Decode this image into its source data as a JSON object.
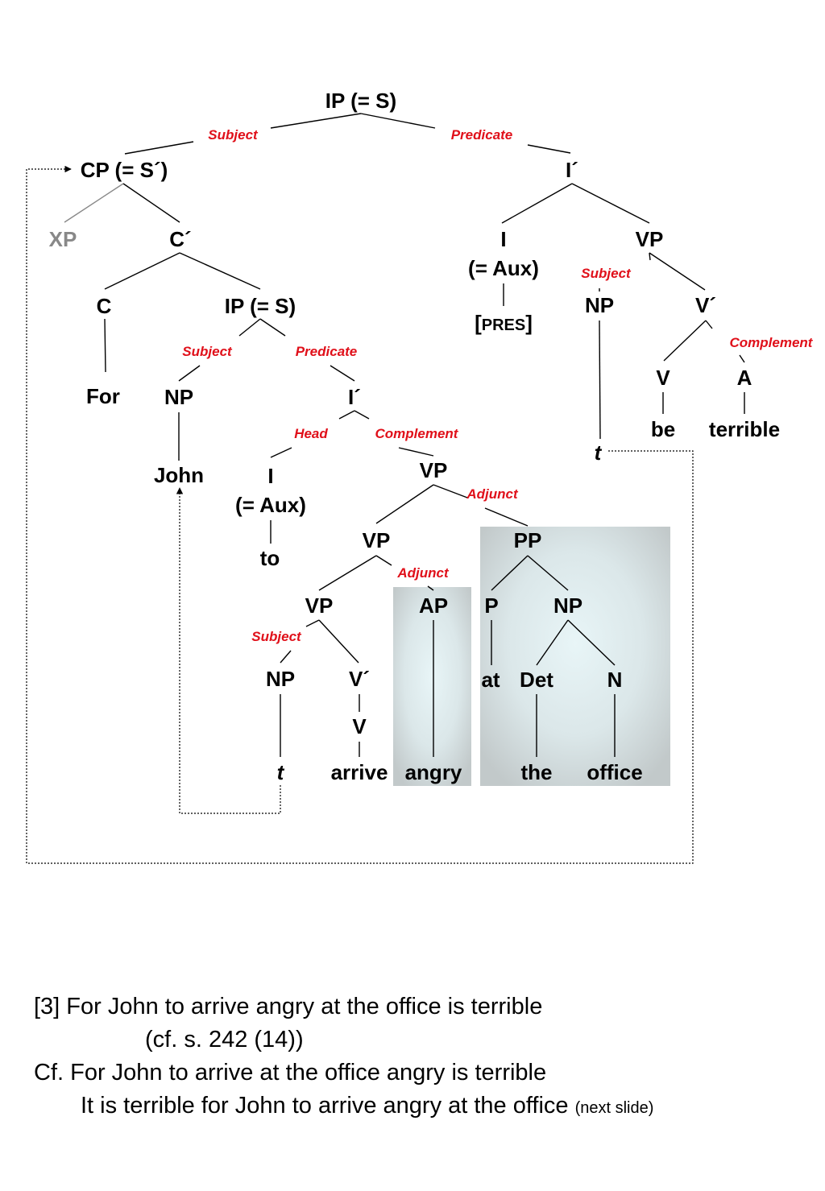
{
  "nodes": {
    "ip_root": "IP (= S)",
    "cp": "CP (= S´)",
    "i_bar_main": "I´",
    "xp": "XP",
    "c_bar": "C´",
    "i_main": "I",
    "aux_main": "(= Aux)",
    "pres_open": "[",
    "pres_smallcaps": "PRES",
    "pres_close": "]",
    "vp_main": "VP",
    "c": "C",
    "ip_inner": "IP (= S)",
    "np_trace_main": "NP",
    "v_bar_main": "V´",
    "for": "For",
    "np_john": "NP",
    "i_bar_inner": "I´",
    "v_be": "V",
    "a": "A",
    "be": "be",
    "terrible": "terrible",
    "t_main": "t",
    "john": "John",
    "i_inner": "I",
    "aux_inner": "(= Aux)",
    "vp_inner_top": "VP",
    "to": "to",
    "vp_mid": "VP",
    "pp": "PP",
    "vp_low": "VP",
    "ap": "AP",
    "p": "P",
    "np_office": "NP",
    "np_subj_low": "NP",
    "v_bar_low": "V´",
    "at": "at",
    "det": "Det",
    "n": "N",
    "v_low": "V",
    "t_low": "t",
    "arrive": "arrive",
    "angry": "angry",
    "the": "the",
    "office": "office"
  },
  "relations": {
    "subject_root": "Subject",
    "predicate_root": "Predicate",
    "subject_vp_main": "Subject",
    "subject_inner": "Subject",
    "predicate_inner": "Predicate",
    "complement_main": "Complement",
    "head_inner": "Head",
    "complement_inner": "Complement",
    "adjunct_pp": "Adjunct",
    "adjunct_ap": "Adjunct",
    "subject_low": "Subject"
  },
  "captions": {
    "line1": "[3] For John to arrive angry at the office is terrible",
    "line2": "(cf. s. 242 (14))",
    "line3": "Cf. For John to arrive at the office angry is terrible",
    "line4": "It is terrible for John to arrive angry at the office",
    "line4_note": "(next slide)"
  },
  "colors": {
    "relation_label": "#e0101a",
    "xp_gray": "#888888",
    "highlight_center": "#e8f5f7",
    "highlight_edge": "#c2c9ca"
  }
}
